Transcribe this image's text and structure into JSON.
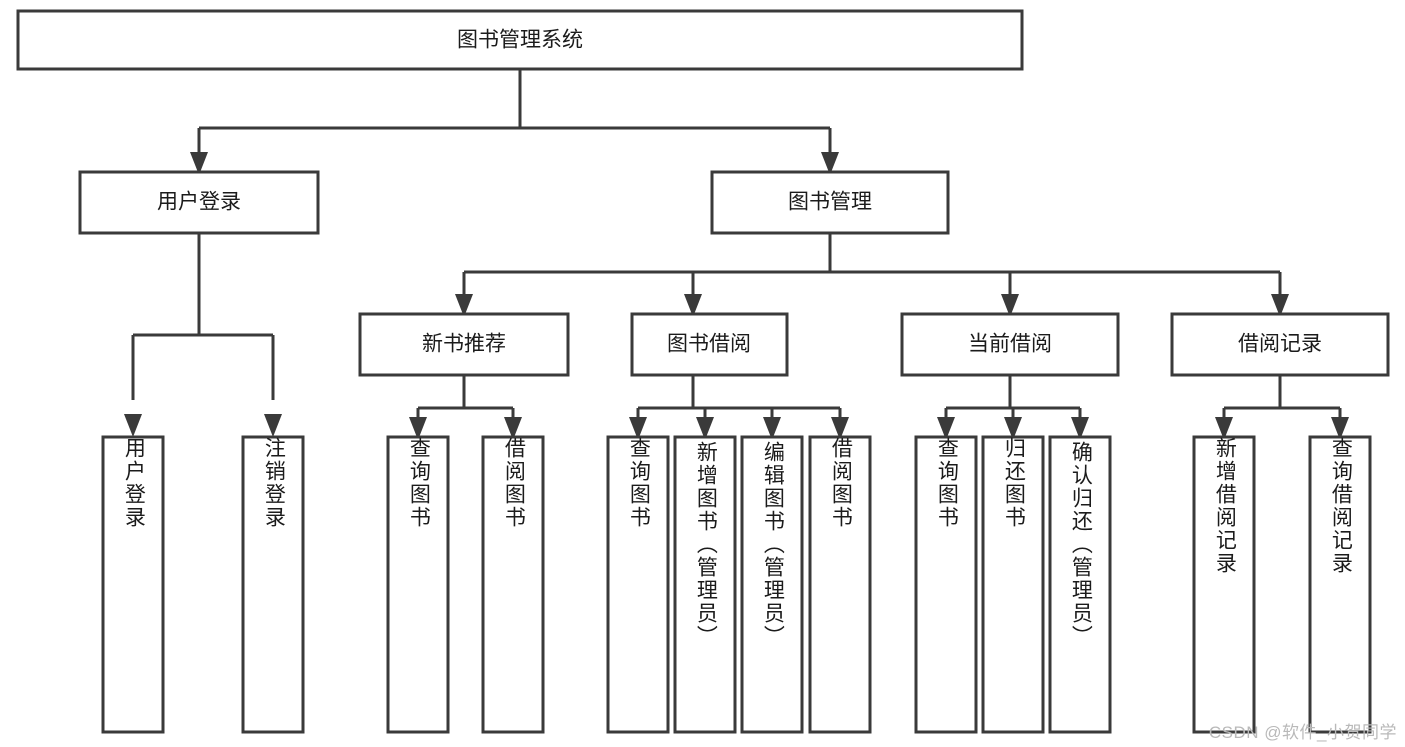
{
  "diagram": {
    "type": "hierarchy-tree",
    "title": "图书管理系统",
    "watermark": "CSDN @软件_小贺同学",
    "colors": {
      "box_stroke": "#3a3a3a",
      "box_fill": "#ffffff",
      "text": "#1b1b1b",
      "background": "#ffffff",
      "watermark": "#b9b9b9"
    },
    "root": {
      "label": "图书管理系统"
    },
    "level2": [
      {
        "label": "用户登录"
      },
      {
        "label": "图书管理"
      }
    ],
    "level3": [
      {
        "label": "新书推荐"
      },
      {
        "label": "图书借阅"
      },
      {
        "label": "当前借阅"
      },
      {
        "label": "借阅记录"
      }
    ],
    "leaves": {
      "user_login": [
        {
          "label": "用户登录"
        },
        {
          "label": "注销登录"
        }
      ],
      "new_book_recommend": [
        {
          "label": "查询图书"
        },
        {
          "label": "借阅图书"
        }
      ],
      "book_borrow": [
        {
          "label": "查询图书"
        },
        {
          "label": "新增图书（管理员）"
        },
        {
          "label": "编辑图书（管理员）"
        },
        {
          "label": "借阅图书"
        }
      ],
      "current_borrow": [
        {
          "label": "查询图书"
        },
        {
          "label": "归还图书"
        },
        {
          "label": "确认归还（管理员）"
        }
      ],
      "borrow_record": [
        {
          "label": "新增借阅记录"
        },
        {
          "label": "查询借阅记录"
        }
      ]
    }
  }
}
